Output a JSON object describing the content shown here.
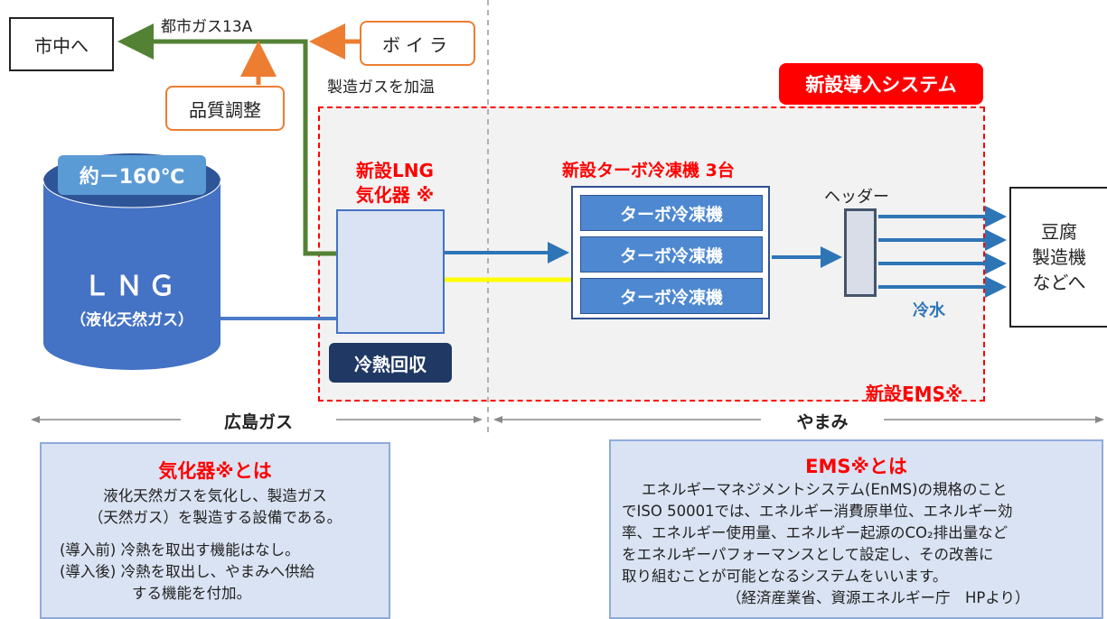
{
  "city": "市中へ",
  "gas_label": "都市ガス13A",
  "boiler": "ボイラ",
  "heat_note": "製造ガスを加温",
  "quality": "品質調整",
  "new_system": "新設導入システム",
  "tank": {
    "temp": "約－160℃",
    "name": "ＬＮＧ",
    "sub": "（液化天然ガス）"
  },
  "vaporizer": {
    "title_line1": "新設LNG",
    "title_line2": "気化器 ※",
    "reclaim": "冷熱回収"
  },
  "chillers": {
    "title": "新設ターボ冷凍機 3台",
    "items": [
      "ターボ冷凍機",
      "ターボ冷凍機",
      "ターボ冷凍機"
    ]
  },
  "header_label": "ヘッダー",
  "cold_water": "冷水",
  "tofu": {
    "line1": "豆腐",
    "line2": "製造機",
    "line3": "などへ"
  },
  "ems_new": "新設EMS※",
  "scope": {
    "left": "広島ガス",
    "right": "やまみ"
  },
  "vaporizer_info": {
    "title": "気化器※とは",
    "line1": "液化天然ガスを気化し、製造ガス",
    "line2": "（天然ガス）を製造する設備である。",
    "before": "(導入前) 冷熱を取出す機能はなし。",
    "after1": "(導入後) 冷熱を取出し、やまみへ供給",
    "after2": "する機能を付加。"
  },
  "ems_info": {
    "title": "EMS※とは",
    "line1": "エネルギーマネジメントシステム(EnMS)の規格のこと",
    "line2": "でISO 50001では、エネルギー消費原単位、エネルギー効",
    "line3": "率、エネルギー使用量、エネルギー起源のCO₂排出量など",
    "line4": "をエネルギーパフォーマンスとして設定し、その改善に",
    "line5": "取り組むことが可能となるシステムをいいます。",
    "source": "（経済産業省、資源エネルギー庁　HPより）"
  },
  "colors": {
    "green": "#548235",
    "orange": "#ed7d31",
    "blue": "#2e75b6",
    "yellow": "#ffff00",
    "red": "#ff0000"
  }
}
